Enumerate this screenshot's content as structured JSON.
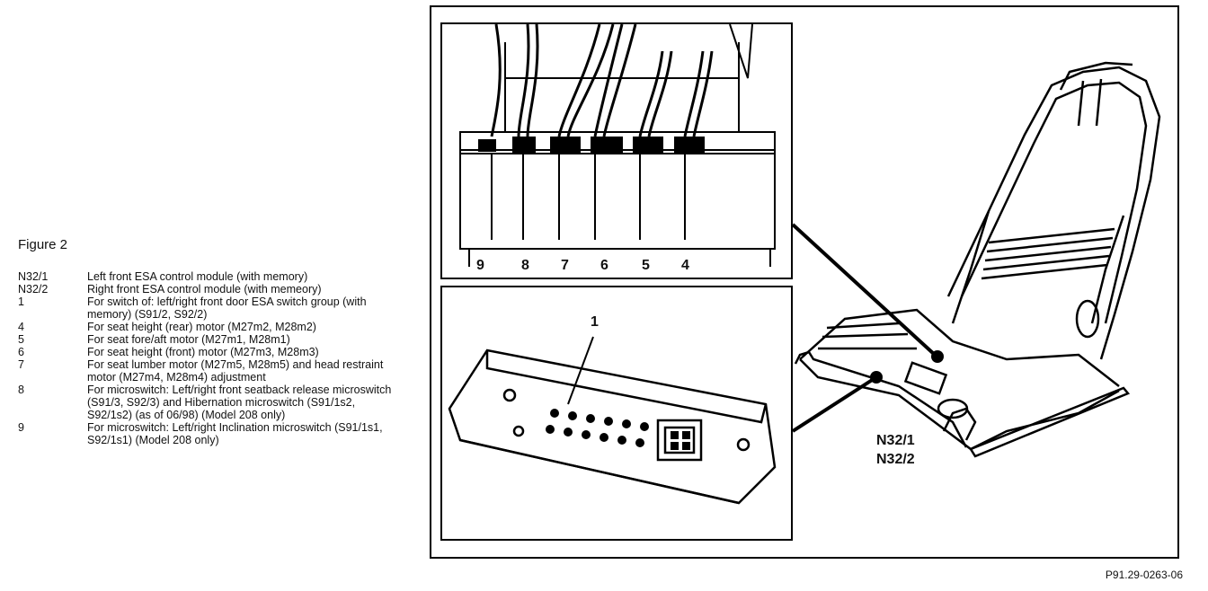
{
  "figure": {
    "title": "Figure 2",
    "reference": "P91.29-0263-06"
  },
  "legend": [
    {
      "code": "N32/1",
      "text": "Left front ESA control module (with memory)"
    },
    {
      "code": "N32/2",
      "text": "Right front ESA control module (with memeory)"
    },
    {
      "code": "1",
      "text": "For switch of: left/right front door ESA switch group (with memory) (S91/2, S92/2)"
    },
    {
      "code": "4",
      "text": "For seat height (rear) motor (M27m2, M28m2)"
    },
    {
      "code": "5",
      "text": "For seat fore/aft motor (M27m1, M28m1)"
    },
    {
      "code": "6",
      "text": "For seat height (front) motor (M27m3, M28m3)"
    },
    {
      "code": "7",
      "text": "For seat lumber motor (M27m5, M28m5) and head restraint motor (M27m4, M28m4) adjustment"
    },
    {
      "code": "8",
      "text": "For microswitch: Left/right front seatback release microswitch (S91/3, S92/3) and Hibernation microswitch (S91/1s2, S92/1s2) (as of 06/98) (Model 208 only)"
    },
    {
      "code": "9",
      "text": "For microswitch: Left/right Inclination microswitch (S91/1s1, S92/1s1)  (Model 208 only)"
    }
  ],
  "diagram": {
    "connector_labels": [
      "9",
      "8",
      "7",
      "6",
      "5",
      "4"
    ],
    "module_label": "1",
    "seat_labels": [
      "N32/1",
      "N32/2"
    ]
  }
}
